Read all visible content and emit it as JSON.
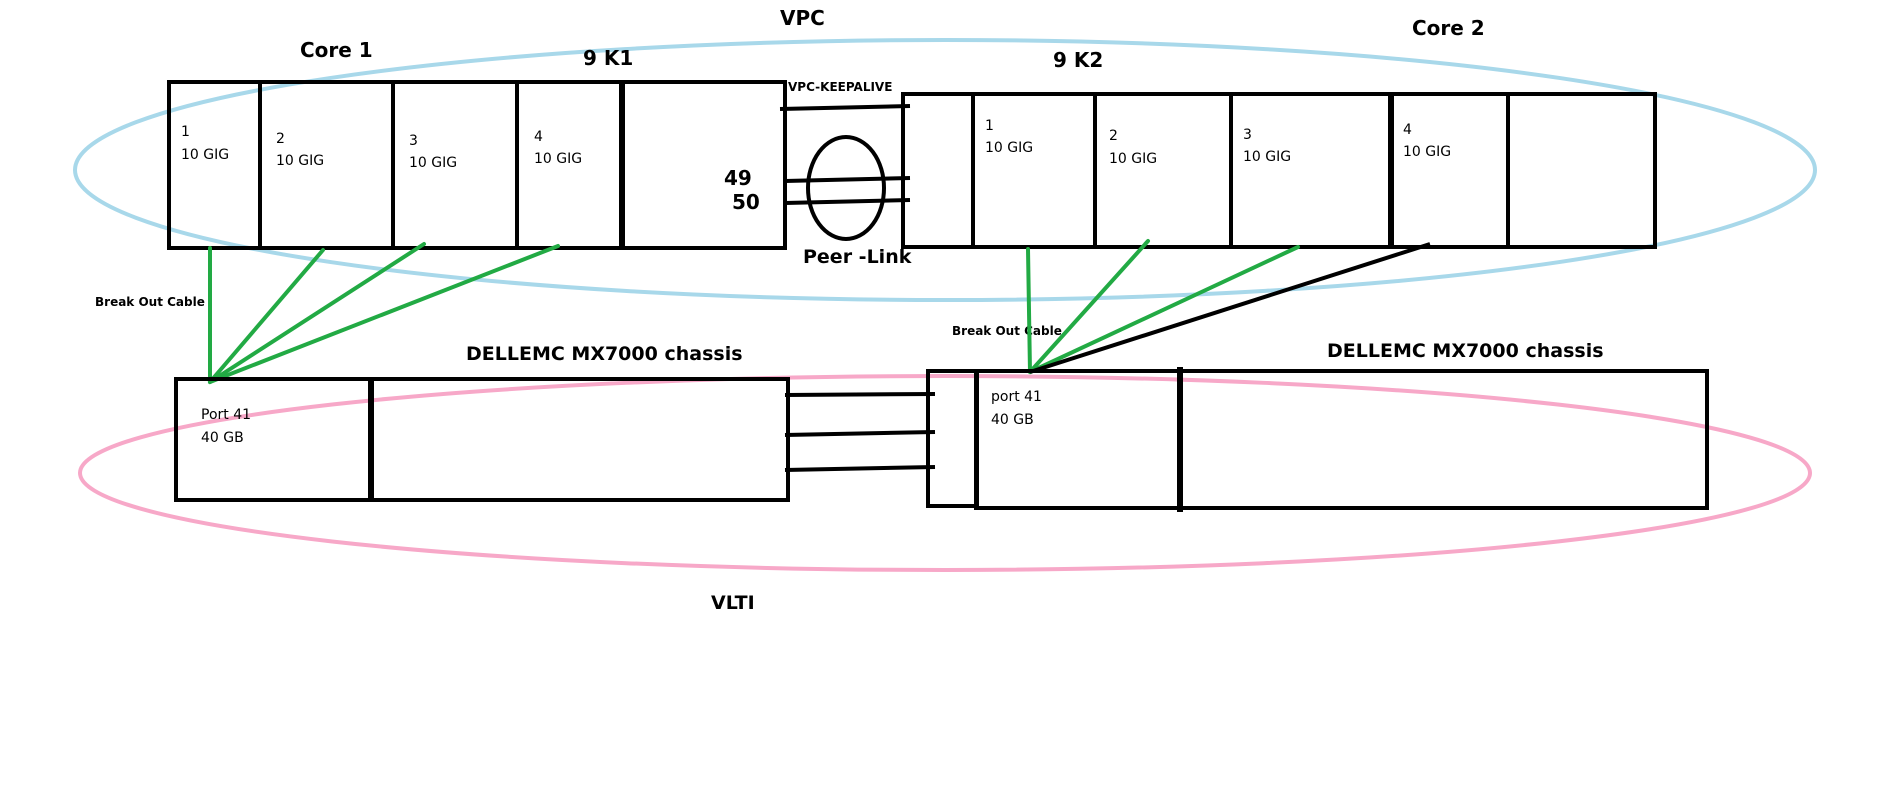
{
  "colors": {
    "vpc_ellipse": "#a8d8ea",
    "vlti_ellipse": "#f7a8c8",
    "breakout_cable": "#22aa44",
    "line": "#000000"
  },
  "labels": {
    "vpc": "VPC",
    "vlti": "VLTI",
    "core1": "Core 1",
    "core2": "Core 2",
    "switch1": "9 K1",
    "switch2": "9 K2",
    "keepalive": "VPC-KEEPALIVE",
    "port49": "49",
    "port50": "50",
    "peer_link": "Peer -Link",
    "breakout_left": "Break Out Cable",
    "breakout_right": "Break Out Cable",
    "chassis_left": "DELLEMC MX7000 chassis",
    "chassis_right": "DELLEMC MX7000 chassis"
  },
  "switch1_ports": [
    {
      "num": "1",
      "speed": "10 GIG"
    },
    {
      "num": "2",
      "speed": "10 GIG"
    },
    {
      "num": "3",
      "speed": "10 GIG"
    },
    {
      "num": "4",
      "speed": "10 GIG"
    }
  ],
  "switch2_ports": [
    {
      "num": "1",
      "speed": "10 GIG"
    },
    {
      "num": "2",
      "speed": "10 GIG"
    },
    {
      "num": "3",
      "speed": "10 GIG"
    },
    {
      "num": "4",
      "speed": "10 GIG"
    }
  ],
  "chassis_left_port": {
    "name": "Port 41",
    "speed": "40 GB"
  },
  "chassis_right_port": {
    "name": "port 41",
    "speed": "40 GB"
  }
}
